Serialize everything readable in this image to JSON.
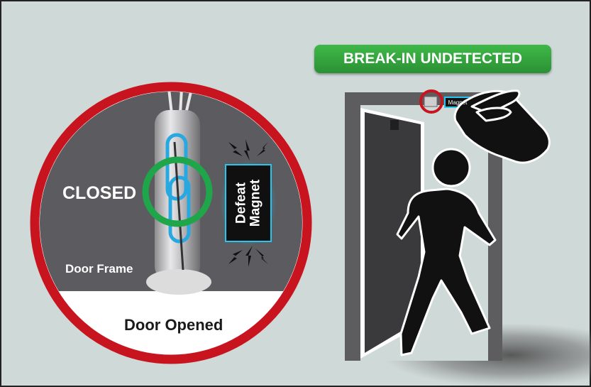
{
  "status_badge": "BREAK-IN UNDETECTED",
  "labels": {
    "closed": "CLOSED",
    "door_frame": "Door Frame",
    "door_opened": "Door Opened",
    "defeat_magnet_line1": "Defeat",
    "defeat_magnet_line2": "Magnet",
    "small_magnet": "Magnet"
  },
  "colors": {
    "background": "#cfd9d8",
    "badge_green": "#35a63f",
    "ring_red": "#c8141e",
    "switch_ring_green": "#1fa64a",
    "magnet_glow": "#27c6f0",
    "door_frame_gray": "#5e5e60"
  }
}
